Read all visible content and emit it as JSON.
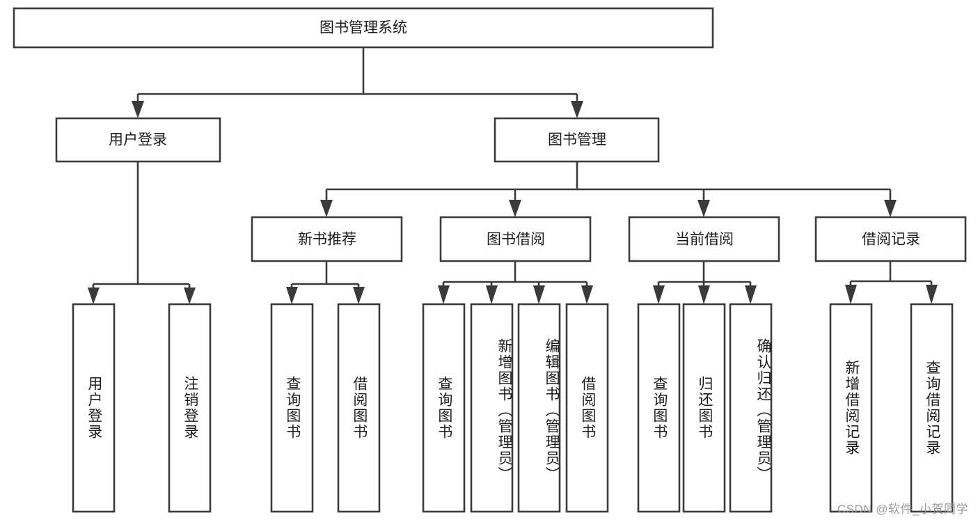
{
  "diagram": {
    "type": "tree-hierarchy",
    "title": "图书管理系统",
    "root": {
      "id": "root",
      "label": "图书管理系统"
    },
    "level2": [
      {
        "id": "user-login",
        "label": "用户登录"
      },
      {
        "id": "book-manage",
        "label": "图书管理"
      }
    ],
    "level3": [
      {
        "id": "new-book-rec",
        "label": "新书推荐",
        "parent": "book-manage"
      },
      {
        "id": "book-borrow",
        "label": "图书借阅",
        "parent": "book-manage"
      },
      {
        "id": "current-borrow",
        "label": "当前借阅",
        "parent": "book-manage"
      },
      {
        "id": "borrow-record",
        "label": "借阅记录",
        "parent": "book-manage"
      }
    ],
    "leaves": {
      "user-login": [
        {
          "id": "leaf-user-login",
          "label": "用户登录"
        },
        {
          "id": "leaf-user-logout",
          "label": "注销登录"
        }
      ],
      "new-book-rec": [
        {
          "id": "leaf-query-book-1",
          "label": "查询图书"
        },
        {
          "id": "leaf-borrow-book-1",
          "label": "借阅图书"
        }
      ],
      "book-borrow": [
        {
          "id": "leaf-query-book-2",
          "label": "查询图书"
        },
        {
          "id": "leaf-add-book",
          "label": "新增图书（管理员）"
        },
        {
          "id": "leaf-edit-book",
          "label": "编辑图书（管理员）"
        },
        {
          "id": "leaf-borrow-book-2",
          "label": "借阅图书"
        }
      ],
      "current-borrow": [
        {
          "id": "leaf-query-book-3",
          "label": "查询图书"
        },
        {
          "id": "leaf-return-book",
          "label": "归还图书"
        },
        {
          "id": "leaf-confirm-return",
          "label": "确认归还（管理员）"
        }
      ],
      "borrow-record": [
        {
          "id": "leaf-add-record",
          "label": "新增借阅记录"
        },
        {
          "id": "leaf-query-record",
          "label": "查询借阅记录"
        }
      ]
    },
    "colors": {
      "stroke": "#3a3a3a",
      "fill": "#ffffff",
      "text": "#1b1b1b",
      "watermark": "#9a9a9a"
    }
  },
  "watermark": {
    "text": "CSDN @软件_小贺同学"
  }
}
